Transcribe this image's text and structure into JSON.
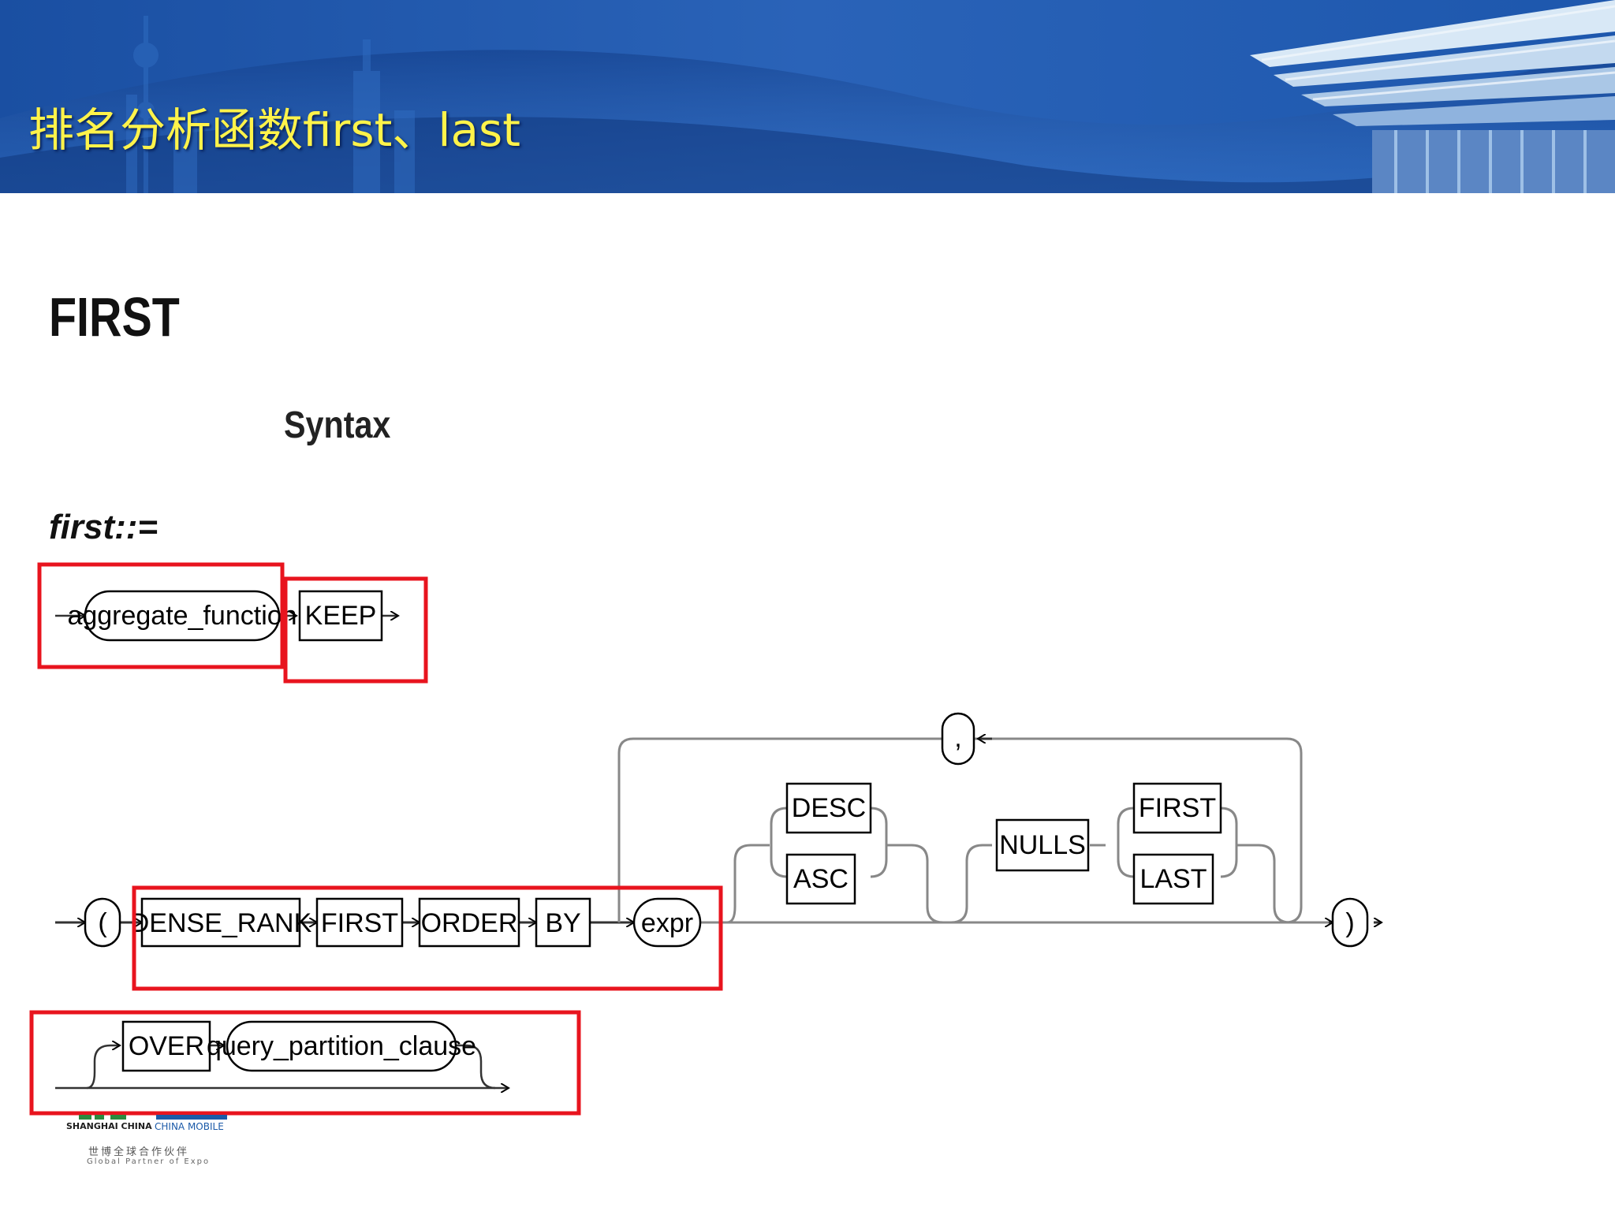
{
  "header": {
    "title": "排名分析函数first、last"
  },
  "page": {
    "heading": "FIRST",
    "subheading": "Syntax",
    "rule_name": "first::="
  },
  "diagram": {
    "main_rule": {
      "aggregate_function": "aggregate_function",
      "keep": "KEEP"
    },
    "keep_clause": {
      "open_paren": "(",
      "dense_rank": "DENSE_RANK",
      "first": "FIRST",
      "order": "ORDER",
      "by": "BY",
      "expr": "expr",
      "comma": ",",
      "desc": "DESC",
      "asc": "ASC",
      "nulls": "NULLS",
      "nulls_first": "FIRST",
      "nulls_last": "LAST",
      "close_paren": ")"
    },
    "over_clause": {
      "over": "OVER",
      "query_partition_clause": "query_partition_clause"
    },
    "highlight_color": "#e8141e"
  },
  "footer": {
    "logo_left": "SHANGHAI CHINA",
    "logo_right": "CHINA MOBILE",
    "tagline_cn": "世博全球合作伙伴",
    "tagline_en": "Global Partner of Expo"
  }
}
